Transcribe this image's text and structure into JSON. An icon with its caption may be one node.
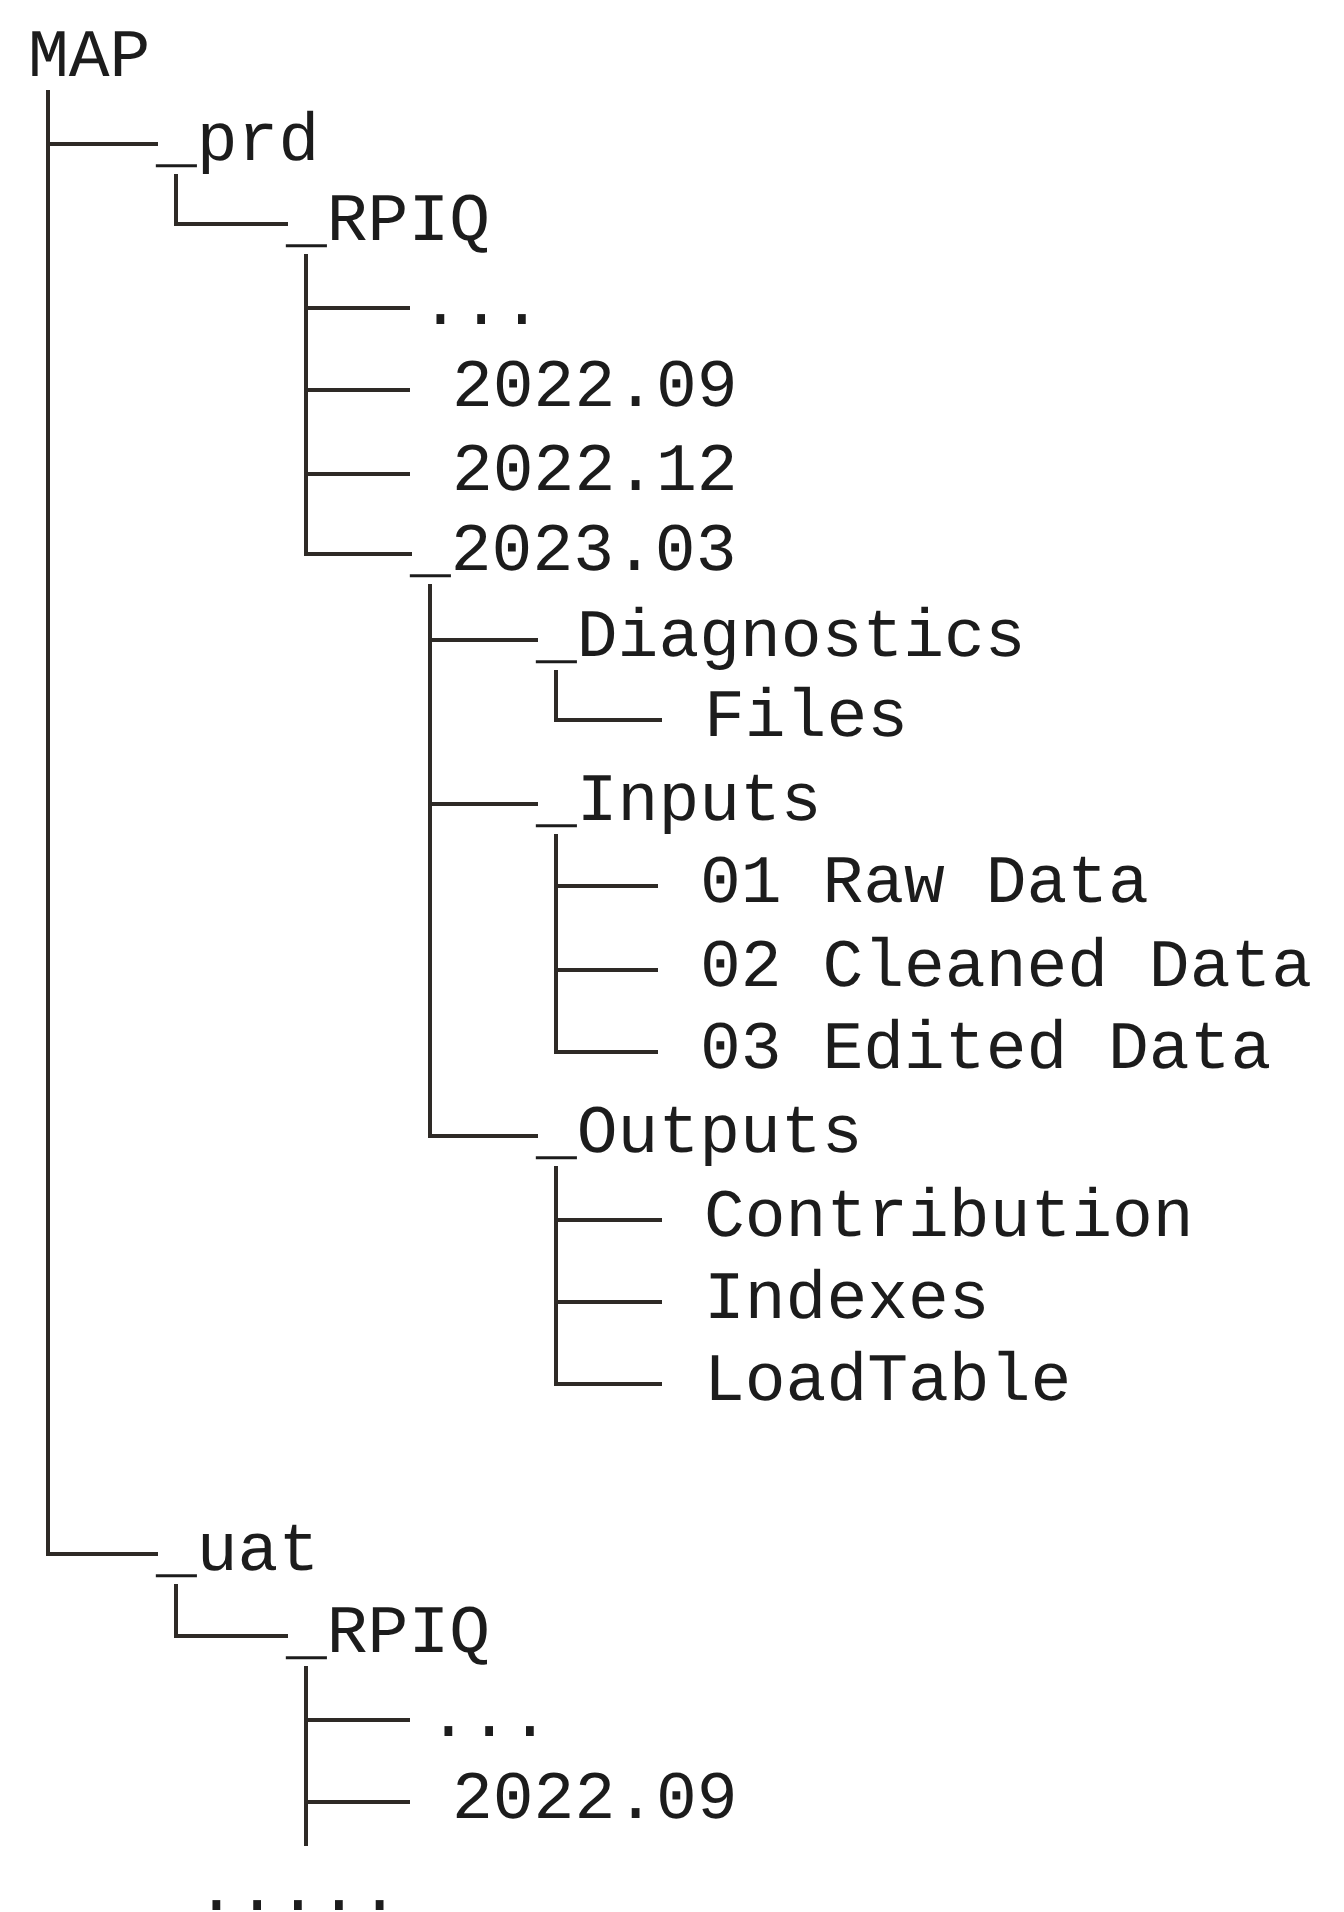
{
  "diagram": {
    "nodes": [
      {
        "text": [
          "MAP"
        ]
      },
      {
        "text": [
          "_prd"
        ]
      },
      {
        "text": [
          "_RPIQ"
        ]
      },
      {
        "text": [
          "..."
        ]
      },
      {
        "text": [
          "2022.09"
        ]
      },
      {
        "text": [
          "2022.12"
        ]
      },
      {
        "text": [
          "_2023.03"
        ]
      },
      {
        "text": [
          "_Diagnostics"
        ]
      },
      {
        "text": [
          "Files"
        ]
      },
      {
        "text": [
          "_Inputs"
        ]
      },
      {
        "text": [
          "01 Raw Data"
        ]
      },
      {
        "text": [
          "02 Cleaned Data"
        ]
      },
      {
        "text": [
          "03 Edited Data"
        ]
      },
      {
        "text": [
          "_Outputs"
        ]
      },
      {
        "text": [
          "Contribution"
        ]
      },
      {
        "text": [
          "Indexes"
        ]
      },
      {
        "text": [
          "LoadTable"
        ]
      },
      {
        "text": [
          "_uat"
        ]
      },
      {
        "text": [
          "_RPIQ"
        ]
      },
      {
        "text": [
          "..."
        ]
      },
      {
        "text": [
          "2022.09"
        ]
      }
    ],
    "edges": [
      {
        "from": 0,
        "to": 1,
        "arrow": "none"
      },
      {
        "from": 1,
        "to": 2,
        "arrow": "none"
      },
      {
        "from": 2,
        "to": 3,
        "arrow": "none"
      },
      {
        "from": 2,
        "to": 4,
        "arrow": "none"
      },
      {
        "from": 2,
        "to": 5,
        "arrow": "none"
      },
      {
        "from": 2,
        "to": 6,
        "arrow": "none"
      },
      {
        "from": 6,
        "to": 7,
        "arrow": "none"
      },
      {
        "from": 7,
        "to": 8,
        "arrow": "none"
      },
      {
        "from": 6,
        "to": 9,
        "arrow": "none"
      },
      {
        "from": 9,
        "to": 10,
        "arrow": "none"
      },
      {
        "from": 9,
        "to": 11,
        "arrow": "none"
      },
      {
        "from": 9,
        "to": 12,
        "arrow": "none"
      },
      {
        "from": 6,
        "to": 13,
        "arrow": "none"
      },
      {
        "from": 13,
        "to": 14,
        "arrow": "none"
      },
      {
        "from": 13,
        "to": 15,
        "arrow": "none"
      },
      {
        "from": 13,
        "to": 16,
        "arrow": "none"
      },
      {
        "from": 0,
        "to": 17,
        "arrow": "none"
      },
      {
        "from": 17,
        "to": 18,
        "arrow": "none"
      },
      {
        "from": 18,
        "to": 19,
        "arrow": "none"
      },
      {
        "from": 18,
        "to": 20,
        "arrow": "none"
      }
    ],
    "labels": [
      "....."
    ]
  }
}
